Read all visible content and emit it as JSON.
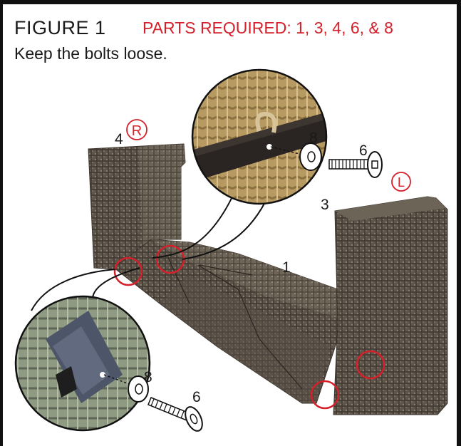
{
  "figure": {
    "title": "FIGURE 1",
    "parts_required": "PARTS REQUIRED: 1, 3, 4, 6, & 8",
    "instruction": "Keep the bolts loose."
  },
  "callouts": {
    "part_1": "1",
    "part_3": "3",
    "part_4": "4",
    "part_6_top": "6",
    "part_8_top": "8",
    "part_6_bottom": "6",
    "part_8_bottom": "8",
    "side_right": "R",
    "side_left": "L"
  },
  "colors": {
    "accent_red": "#d4202a",
    "wicker_dark": "#5b5248",
    "wicker_tan": "#c8a86a"
  },
  "icons": [
    "bolt-icon",
    "washer-icon"
  ]
}
